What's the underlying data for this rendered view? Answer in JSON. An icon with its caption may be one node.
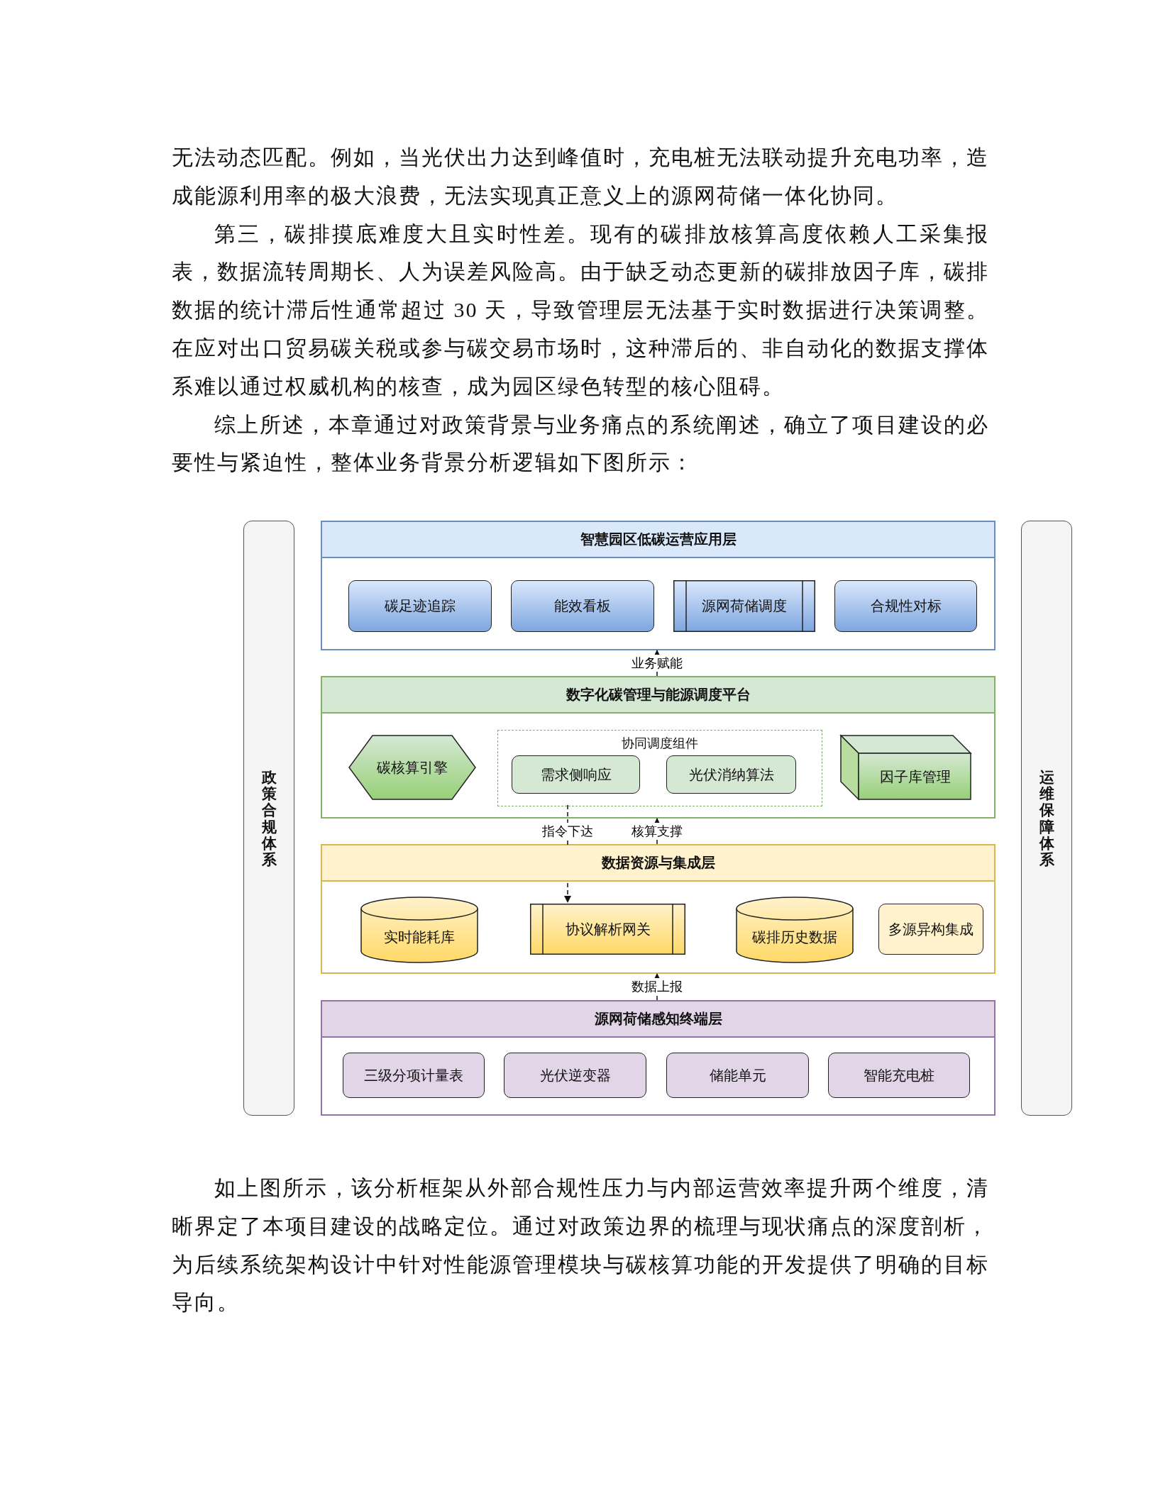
{
  "diagram": {
    "nodes": [
      {
        "text": [
          "政策合规体系"
        ]
      },
      {
        "text": [
          "智慧园区低碳运营应用层"
        ]
      },
      {
        "text": [
          "碳足迹追踪"
        ],
        "in": 1
      },
      {
        "text": [
          "能效看板"
        ],
        "in": 1
      },
      {
        "text": [
          "源网荷储调度"
        ],
        "in": 1
      },
      {
        "text": [
          "合规性对标"
        ],
        "in": 1
      },
      {
        "text": [
          "数字化碳管理与能源调度平台"
        ]
      },
      {
        "text": [
          "碳核算引擎"
        ],
        "in": 6
      },
      {
        "text": [
          "协同调度组件"
        ],
        "in": 6
      },
      {
        "text": [
          "需求侧响应"
        ],
        "in": 8
      },
      {
        "text": [
          "光伏消纳算法"
        ],
        "in": 8
      },
      {
        "text": [
          "因子库管理"
        ],
        "in": 6
      },
      {
        "text": [
          "数据资源与集成层"
        ]
      },
      {
        "text": [
          "实时能耗库"
        ],
        "in": 12
      },
      {
        "text": [
          "协议解析网关"
        ],
        "in": 12
      },
      {
        "text": [
          "碳排历史数据"
        ],
        "in": 12
      },
      {
        "text": [
          "多源异构集成"
        ],
        "in": 12
      },
      {
        "text": [
          "源网荷储感知终端层"
        ]
      },
      {
        "text": [
          "三级分项计量表"
        ],
        "in": 17
      },
      {
        "text": [
          "光伏逆变器"
        ],
        "in": 17
      },
      {
        "text": [
          "储能单元"
        ],
        "in": 17
      },
      {
        "text": [
          "智能充电桩"
        ],
        "in": 17
      },
      {
        "text": [
          "运维保障体系"
        ]
      }
    ],
    "edges": [
      {
        "from": 6,
        "to": 1,
        "arrow": "to",
        "label": "业务赋能",
        "style": "dashed"
      },
      {
        "from": 12,
        "to": 6,
        "arrow": "to",
        "label": "核算支撑",
        "style": "dashed"
      },
      {
        "from": 8,
        "to": 14,
        "arrow": "to",
        "label": "指令下达",
        "style": "dashed"
      },
      {
        "from": 17,
        "to": 12,
        "arrow": "to",
        "label": "数据上报",
        "style": "dashed"
      }
    ],
    "labels": [
      "无法动态匹配。例如，当光伏出力达到峰值时，充电桩无法联动提升充电功率，造成能源利用率的极大浪费，无法实现真正意义上的源网荷储一体化协同。",
      "第三，碳排摸底难度大且实时性差。现有的碳排放核算高度依赖人工采集报表，数据流转周期长、人为误差风险高。由于缺乏动态更新的碳排放因子库，碳排数据的统计滞后性通常超过 30 天，导致管理层无法基于实时数据进行决策调整。在应对出口贸易碳关税或参与碳交易市场时，这种滞后的、非自动化的数据支撑体系难以通过权威机构的核查，成为园区绿色转型的核心阻碍。",
      "综上所述，本章通过对政策背景与业务痛点的系统阐述，确立了项目建设的必要性与紧迫性，整体业务背景分析逻辑如下图所示：",
      "如上图所示，该分析框架从外部合规性压力与内部运营效率提升两个维度，清晰界定了本项目建设的战略定位。通过对政策边界的梳理与现状痛点的深度剖析，为后续系统架构设计中针对性能源管理模块与碳核算功能的开发提供了明确的目标导向。"
    ]
  }
}
